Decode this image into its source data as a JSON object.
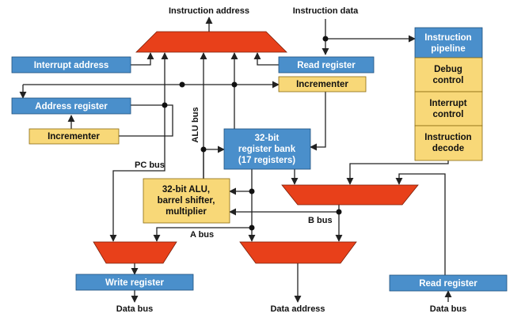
{
  "colors": {
    "blue": "#4a8fcb",
    "yellow": "#f8d878",
    "red": "#e8401a",
    "wire": "#222222",
    "text_light": "#ffffff",
    "text_dark": "#111111"
  },
  "labels": {
    "instruction_address": "Instruction address",
    "instruction_data": "Instruction data",
    "alu_bus": "ALU bus",
    "pc_bus": "PC bus",
    "a_bus": "A bus",
    "b_bus": "B bus",
    "data_bus_left": "Data bus",
    "data_address": "Data address",
    "data_bus_right": "Data bus"
  },
  "blocks": {
    "interrupt_address": [
      "Interrupt address"
    ],
    "read_register_top": [
      "Read register"
    ],
    "address_register": [
      "Address register"
    ],
    "incrementer_top": [
      "Incrementer"
    ],
    "incrementer_left": [
      "Incrementer"
    ],
    "register_bank": [
      "32-bit",
      "register bank",
      "(17 registers)"
    ],
    "alu": [
      "32-bit ALU,",
      "barrel shifter,",
      "multiplier"
    ],
    "instruction_pipeline": [
      "Instruction",
      "pipeline"
    ],
    "debug_control": [
      "Debug",
      "control"
    ],
    "interrupt_control": [
      "Interrupt",
      "control"
    ],
    "instruction_decode": [
      "Instruction",
      "decode"
    ],
    "write_register": [
      "Write register"
    ],
    "read_register_bottom": [
      "Read register"
    ]
  }
}
